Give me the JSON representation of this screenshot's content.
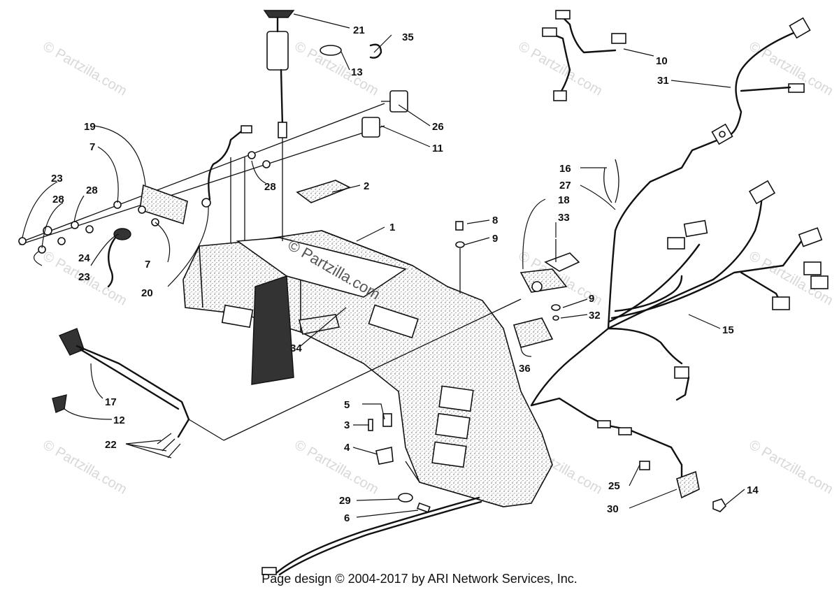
{
  "watermark": "© Partzilla.com",
  "center_watermark": "© Partzilla.com",
  "footer": "Page design © 2004-2017 by ARI Network Services, Inc.",
  "callouts": {
    "c1": "1",
    "c2": "2",
    "c3": "3",
    "c4": "4",
    "c5": "5",
    "c6": "6",
    "c7a": "7",
    "c7b": "7",
    "c8": "8",
    "c9a": "9",
    "c9b": "9",
    "c10": "10",
    "c11": "11",
    "c12": "12",
    "c13": "13",
    "c14": "14",
    "c15": "15",
    "c16": "16",
    "c17": "17",
    "c18": "18",
    "c19": "19",
    "c20": "20",
    "c21": "21",
    "c22": "22",
    "c23a": "23",
    "c23b": "23",
    "c24": "24",
    "c25": "25",
    "c26": "26",
    "c27": "27",
    "c28a": "28",
    "c28b": "28",
    "c28c": "28",
    "c29": "29",
    "c30": "30",
    "c31": "31",
    "c32": "32",
    "c33": "33",
    "c34": "34",
    "c35": "35",
    "c36": "36"
  }
}
